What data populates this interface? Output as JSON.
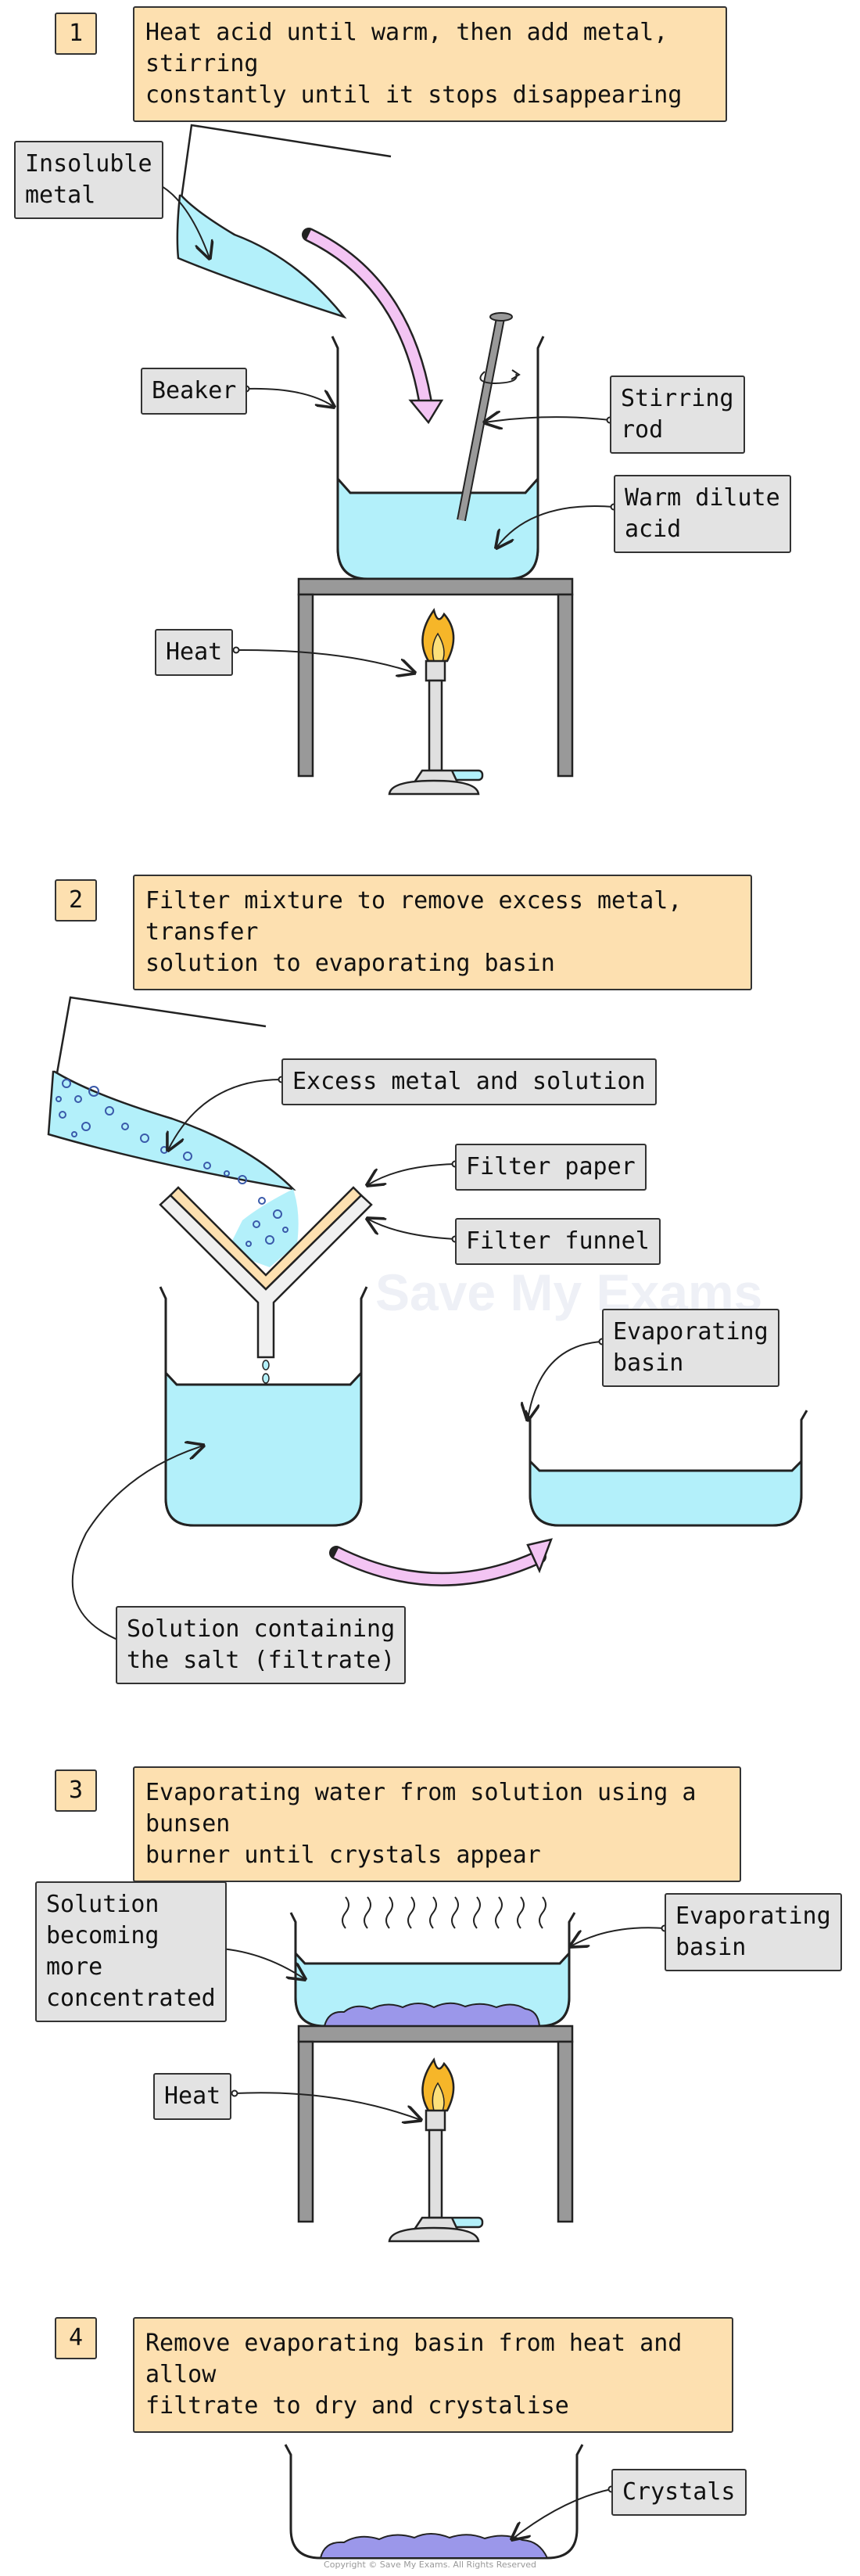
{
  "steps": [
    {
      "number": "1",
      "text": "Heat acid until warm, then add metal, stirring\nconstantly until it stops disappearing"
    },
    {
      "number": "2",
      "text": "Filter mixture to remove excess metal, transfer\nsolution to evaporating basin"
    },
    {
      "number": "3",
      "text": "Evaporating water from solution using a bunsen\nburner until crystals appear"
    },
    {
      "number": "4",
      "text": "Remove evaporating basin from heat and allow\nfiltrate to dry and crystalise"
    }
  ],
  "labels": {
    "insoluble_metal": "Insoluble\nmetal",
    "beaker": "Beaker",
    "stirring_rod": "Stirring\nrod",
    "warm_dilute_acid": "Warm dilute\nacid",
    "heat_1": "Heat",
    "excess_metal": "Excess metal and solution",
    "filter_paper": "Filter paper",
    "filter_funnel": "Filter funnel",
    "evaporating_basin_2": "Evaporating\nbasin",
    "filtrate": "Solution containing\nthe salt (filtrate)",
    "solution_concentrated": "Solution\nbecoming\nmore\nconcentrated",
    "evaporating_basin_3": "Evaporating\nbasin",
    "heat_3": "Heat",
    "crystals": "Crystals"
  },
  "watermark": "Save My Exams",
  "copyright": "Copyright © Save My Exams. All Rights Reserved",
  "colors": {
    "liquid": "#b3f0fa",
    "step_box": "#fde0b0",
    "label_box": "#e3e3e3",
    "arrow": "#f3c4f3",
    "crystals": "#9b97ea",
    "flame": "#f6b629",
    "stand": "#999999"
  }
}
